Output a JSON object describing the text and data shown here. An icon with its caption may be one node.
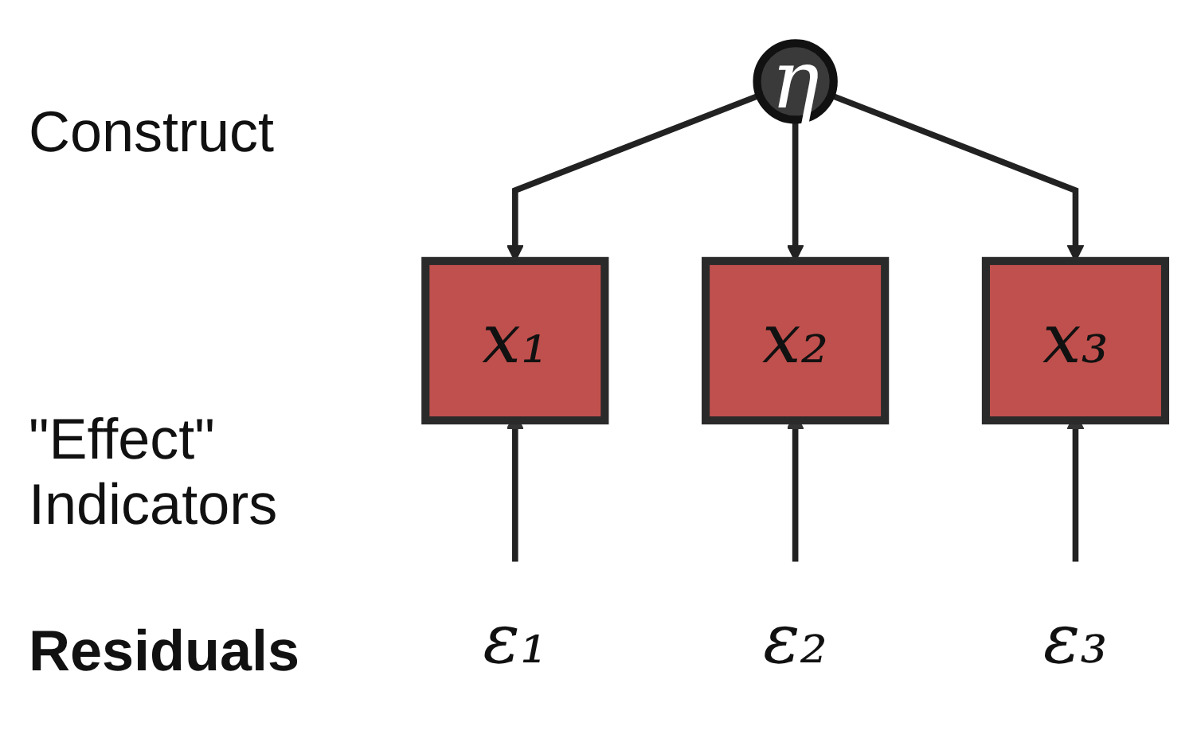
{
  "diagram": {
    "nodes": [
      {
        "text": [
          "η"
        ]
      },
      {
        "text": [
          "x₁"
        ]
      },
      {
        "text": [
          "x₂"
        ]
      },
      {
        "text": [
          "x₃"
        ]
      },
      {
        "text": [
          "ε₁"
        ]
      },
      {
        "text": [
          "ε₂"
        ]
      },
      {
        "text": [
          "ε₃"
        ]
      }
    ],
    "edges": [
      {
        "from": 0,
        "to": 1,
        "arrow": "to"
      },
      {
        "from": 0,
        "to": 2,
        "arrow": "to"
      },
      {
        "from": 0,
        "to": 3,
        "arrow": "to"
      },
      {
        "from": 4,
        "to": 1,
        "arrow": "to"
      },
      {
        "from": 5,
        "to": 2,
        "arrow": "to"
      },
      {
        "from": 6,
        "to": 3,
        "arrow": "to"
      }
    ],
    "labels": [
      "Construct",
      "\"Effect\" Indicators",
      "Residuals"
    ]
  }
}
